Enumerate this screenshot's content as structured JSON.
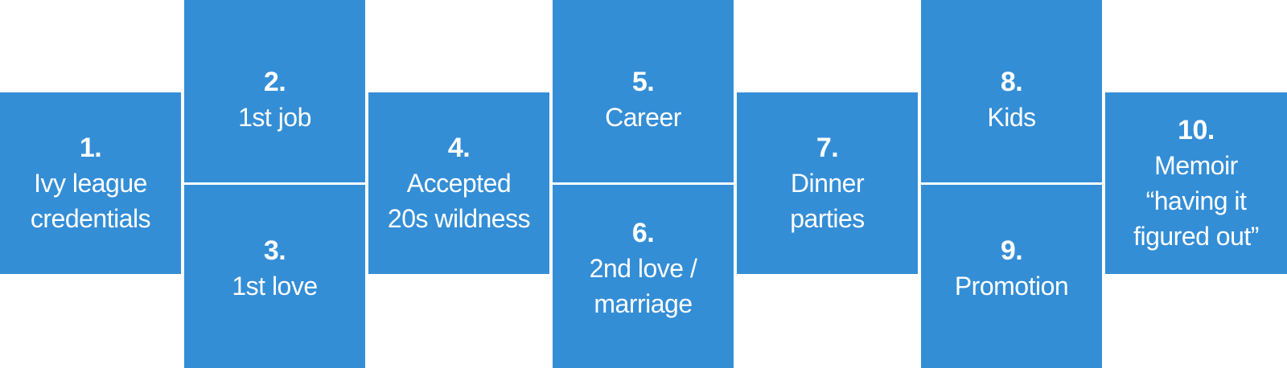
{
  "steps": [
    {
      "num": "1.",
      "label": "Ivy league\ncredentials"
    },
    {
      "num": "2.",
      "label": "1st job"
    },
    {
      "num": "3.",
      "label": "1st love"
    },
    {
      "num": "4.",
      "label": "Accepted\n20s wildness"
    },
    {
      "num": "5.",
      "label": "Career"
    },
    {
      "num": "6.",
      "label": "2nd love /\nmarriage"
    },
    {
      "num": "7.",
      "label": "Dinner\nparties"
    },
    {
      "num": "8.",
      "label": "Kids"
    },
    {
      "num": "9.",
      "label": "Promotion"
    },
    {
      "num": "10.",
      "label": "Memoir\n“having it\nfigured out”"
    }
  ],
  "colors": {
    "box": "#348ed6",
    "text": "#ffffff"
  }
}
